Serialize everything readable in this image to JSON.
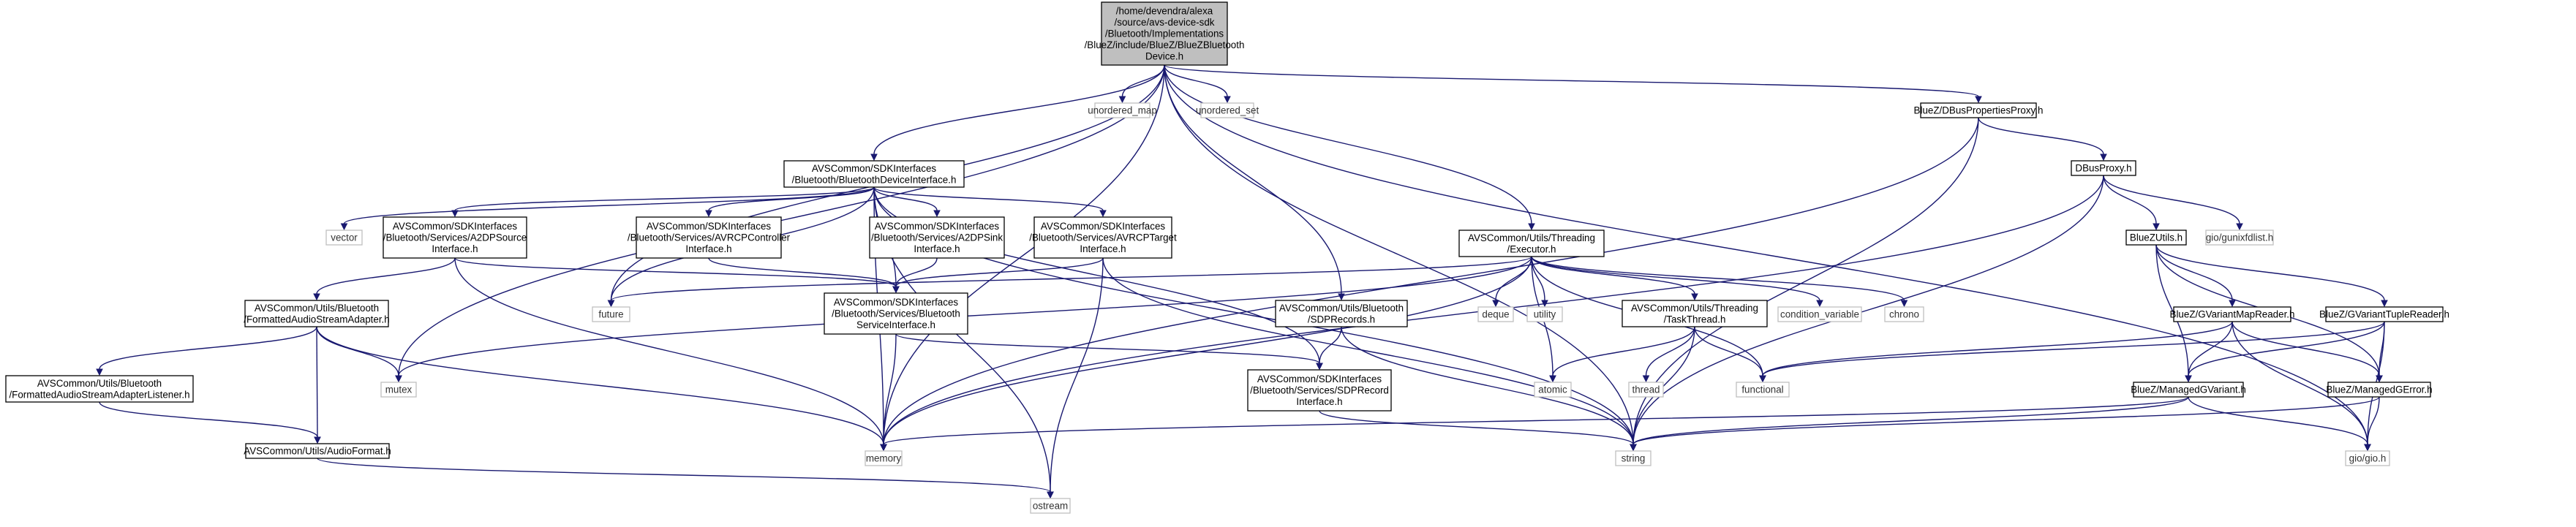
{
  "nodes": [
    {
      "id": "root",
      "kind": "root",
      "lines": [
        "/home/devendra/alexa",
        "/source/avs-device-sdk",
        "/Bluetooth/Implementations",
        "/BlueZ/include/BlueZ/BlueZBluetooth",
        "Device.h"
      ]
    },
    {
      "id": "unordered_map",
      "kind": "std",
      "lines": [
        "unordered_map"
      ]
    },
    {
      "id": "unordered_set",
      "kind": "std",
      "lines": [
        "unordered_set"
      ]
    },
    {
      "id": "bt_device_if",
      "kind": "hdr",
      "lines": [
        "AVSCommon/SDKInterfaces",
        "/Bluetooth/BluetoothDeviceInterface.h"
      ]
    },
    {
      "id": "dbus_props",
      "kind": "hdr",
      "lines": [
        "BlueZ/DBusPropertiesProxy.h"
      ]
    },
    {
      "id": "dbus_proxy",
      "kind": "hdr",
      "lines": [
        "DBusProxy.h"
      ]
    },
    {
      "id": "gunixfdlist",
      "kind": "std",
      "lines": [
        "gio/gunixfdlist.h"
      ]
    },
    {
      "id": "bluez_utils",
      "kind": "hdr",
      "lines": [
        "BlueZUtils.h"
      ]
    },
    {
      "id": "executor",
      "kind": "hdr",
      "lines": [
        "AVSCommon/Utils/Threading",
        "/Executor.h"
      ]
    },
    {
      "id": "vector",
      "kind": "std",
      "lines": [
        "vector"
      ]
    },
    {
      "id": "a2dp_source",
      "kind": "hdr",
      "lines": [
        "AVSCommon/SDKInterfaces",
        "/Bluetooth/Services/A2DPSource",
        "Interface.h"
      ]
    },
    {
      "id": "avrcp_ctrl",
      "kind": "hdr",
      "lines": [
        "AVSCommon/SDKInterfaces",
        "/Bluetooth/Services/AVRCPController",
        "Interface.h"
      ]
    },
    {
      "id": "a2dp_sink",
      "kind": "hdr",
      "lines": [
        "AVSCommon/SDKInterfaces",
        "/Bluetooth/Services/A2DPSink",
        "Interface.h"
      ]
    },
    {
      "id": "avrcp_target",
      "kind": "hdr",
      "lines": [
        "AVSCommon/SDKInterfaces",
        "/Bluetooth/Services/AVRCPTarget",
        "Interface.h"
      ]
    },
    {
      "id": "future",
      "kind": "std",
      "lines": [
        "future"
      ]
    },
    {
      "id": "deque",
      "kind": "std",
      "lines": [
        "deque"
      ]
    },
    {
      "id": "utility",
      "kind": "std",
      "lines": [
        "utility"
      ]
    },
    {
      "id": "task_thread",
      "kind": "hdr",
      "lines": [
        "AVSCommon/Utils/Threading",
        "/TaskThread.h"
      ]
    },
    {
      "id": "condition_variable",
      "kind": "std",
      "lines": [
        "condition_variable"
      ]
    },
    {
      "id": "chrono",
      "kind": "std",
      "lines": [
        "chrono"
      ]
    },
    {
      "id": "gvariant_map_reader",
      "kind": "hdr",
      "lines": [
        "BlueZ/GVariantMapReader.h"
      ]
    },
    {
      "id": "gvariant_tuple_reader",
      "kind": "hdr",
      "lines": [
        "BlueZ/GVariantTupleReader.h"
      ]
    },
    {
      "id": "fmt_stream_adapter",
      "kind": "hdr",
      "lines": [
        "AVSCommon/Utils/Bluetooth",
        "/FormattedAudioStreamAdapter.h"
      ]
    },
    {
      "id": "service_if",
      "kind": "hdr",
      "lines": [
        "AVSCommon/SDKInterfaces",
        "/Bluetooth/Services/Bluetooth",
        "ServiceInterface.h"
      ]
    },
    {
      "id": "sdp_records",
      "kind": "hdr",
      "lines": [
        "AVSCommon/Utils/Bluetooth",
        "/SDPRecords.h"
      ]
    },
    {
      "id": "mutex",
      "kind": "std",
      "lines": [
        "mutex"
      ]
    },
    {
      "id": "sdp_record_if",
      "kind": "hdr",
      "lines": [
        "AVSCommon/SDKInterfaces",
        "/Bluetooth/Services/SDPRecord",
        "Interface.h"
      ]
    },
    {
      "id": "atomic",
      "kind": "std",
      "lines": [
        "atomic"
      ]
    },
    {
      "id": "thread",
      "kind": "std",
      "lines": [
        "thread"
      ]
    },
    {
      "id": "functional",
      "kind": "std",
      "lines": [
        "functional"
      ]
    },
    {
      "id": "managed_gvariant",
      "kind": "hdr",
      "lines": [
        "BlueZ/ManagedGVariant.h"
      ]
    },
    {
      "id": "managed_gerror",
      "kind": "hdr",
      "lines": [
        "BlueZ/ManagedGError.h"
      ]
    },
    {
      "id": "fmt_stream_listener",
      "kind": "hdr",
      "lines": [
        "AVSCommon/Utils/Bluetooth",
        "/FormattedAudioStreamAdapterListener.h"
      ]
    },
    {
      "id": "memory",
      "kind": "std",
      "lines": [
        "memory"
      ]
    },
    {
      "id": "string",
      "kind": "std",
      "lines": [
        "string"
      ]
    },
    {
      "id": "gio",
      "kind": "std",
      "lines": [
        "gio/gio.h"
      ]
    },
    {
      "id": "audio_format",
      "kind": "hdr",
      "lines": [
        "AVSCommon/Utils/AudioFormat.h"
      ]
    },
    {
      "id": "ostream",
      "kind": "std",
      "lines": [
        "ostream"
      ]
    }
  ],
  "edges": [
    [
      "root",
      "unordered_map"
    ],
    [
      "root",
      "unordered_set"
    ],
    [
      "root",
      "bt_device_if"
    ],
    [
      "root",
      "dbus_props"
    ],
    [
      "root",
      "executor"
    ],
    [
      "root",
      "sdp_records"
    ],
    [
      "root",
      "memory"
    ],
    [
      "root",
      "mutex"
    ],
    [
      "root",
      "future"
    ],
    [
      "root",
      "string"
    ],
    [
      "root",
      "gio"
    ],
    [
      "bt_device_if",
      "vector"
    ],
    [
      "bt_device_if",
      "a2dp_source"
    ],
    [
      "bt_device_if",
      "avrcp_ctrl"
    ],
    [
      "bt_device_if",
      "a2dp_sink"
    ],
    [
      "bt_device_if",
      "avrcp_target"
    ],
    [
      "bt_device_if",
      "future"
    ],
    [
      "bt_device_if",
      "memory"
    ],
    [
      "bt_device_if",
      "service_if"
    ],
    [
      "bt_device_if",
      "sdp_record_if"
    ],
    [
      "bt_device_if",
      "ostream"
    ],
    [
      "bt_device_if",
      "string"
    ],
    [
      "a2dp_source",
      "fmt_stream_adapter"
    ],
    [
      "a2dp_source",
      "service_if"
    ],
    [
      "a2dp_source",
      "memory"
    ],
    [
      "avrcp_ctrl",
      "service_if"
    ],
    [
      "a2dp_sink",
      "service_if"
    ],
    [
      "avrcp_target",
      "service_if"
    ],
    [
      "avrcp_target",
      "ostream"
    ],
    [
      "avrcp_target",
      "string"
    ],
    [
      "fmt_stream_adapter",
      "fmt_stream_listener"
    ],
    [
      "fmt_stream_adapter",
      "audio_format"
    ],
    [
      "fmt_stream_adapter",
      "mutex"
    ],
    [
      "fmt_stream_adapter",
      "memory"
    ],
    [
      "fmt_stream_listener",
      "audio_format"
    ],
    [
      "audio_format",
      "ostream"
    ],
    [
      "service_if",
      "memory"
    ],
    [
      "service_if",
      "sdp_record_if"
    ],
    [
      "sdp_record_if",
      "string"
    ],
    [
      "sdp_records",
      "sdp_record_if"
    ],
    [
      "sdp_records",
      "string"
    ],
    [
      "executor",
      "future"
    ],
    [
      "executor",
      "mutex"
    ],
    [
      "executor",
      "memory"
    ],
    [
      "executor",
      "deque"
    ],
    [
      "executor",
      "utility"
    ],
    [
      "executor",
      "atomic"
    ],
    [
      "executor",
      "task_thread"
    ],
    [
      "executor",
      "condition_variable"
    ],
    [
      "executor",
      "chrono"
    ],
    [
      "executor",
      "functional"
    ],
    [
      "task_thread",
      "atomic"
    ],
    [
      "task_thread",
      "thread"
    ],
    [
      "task_thread",
      "functional"
    ],
    [
      "task_thread",
      "string"
    ],
    [
      "dbus_props",
      "dbus_proxy"
    ],
    [
      "dbus_props",
      "memory"
    ],
    [
      "dbus_props",
      "string"
    ],
    [
      "dbus_proxy",
      "bluez_utils"
    ],
    [
      "dbus_proxy",
      "gunixfdlist"
    ],
    [
      "dbus_proxy",
      "string"
    ],
    [
      "dbus_proxy",
      "memory"
    ],
    [
      "bluez_utils",
      "gvariant_map_reader"
    ],
    [
      "bluez_utils",
      "gvariant_tuple_reader"
    ],
    [
      "bluez_utils",
      "managed_gvariant"
    ],
    [
      "bluez_utils",
      "managed_gerror"
    ],
    [
      "gvariant_map_reader",
      "managed_gvariant"
    ],
    [
      "gvariant_map_reader",
      "managed_gerror"
    ],
    [
      "gvariant_map_reader",
      "gio"
    ],
    [
      "gvariant_map_reader",
      "functional"
    ],
    [
      "gvariant_tuple_reader",
      "managed_gvariant"
    ],
    [
      "gvariant_tuple_reader",
      "managed_gerror"
    ],
    [
      "gvariant_tuple_reader",
      "gio"
    ],
    [
      "gvariant_tuple_reader",
      "functional"
    ],
    [
      "managed_gvariant",
      "gio"
    ],
    [
      "managed_gvariant",
      "memory"
    ],
    [
      "managed_gvariant",
      "string"
    ],
    [
      "managed_gerror",
      "gio"
    ],
    [
      "managed_gerror",
      "string"
    ]
  ],
  "colors": {
    "edge": "#191970",
    "node_border": "#000000",
    "std_border": "#bfbfbf",
    "root_fill": "#bfbfbf"
  }
}
